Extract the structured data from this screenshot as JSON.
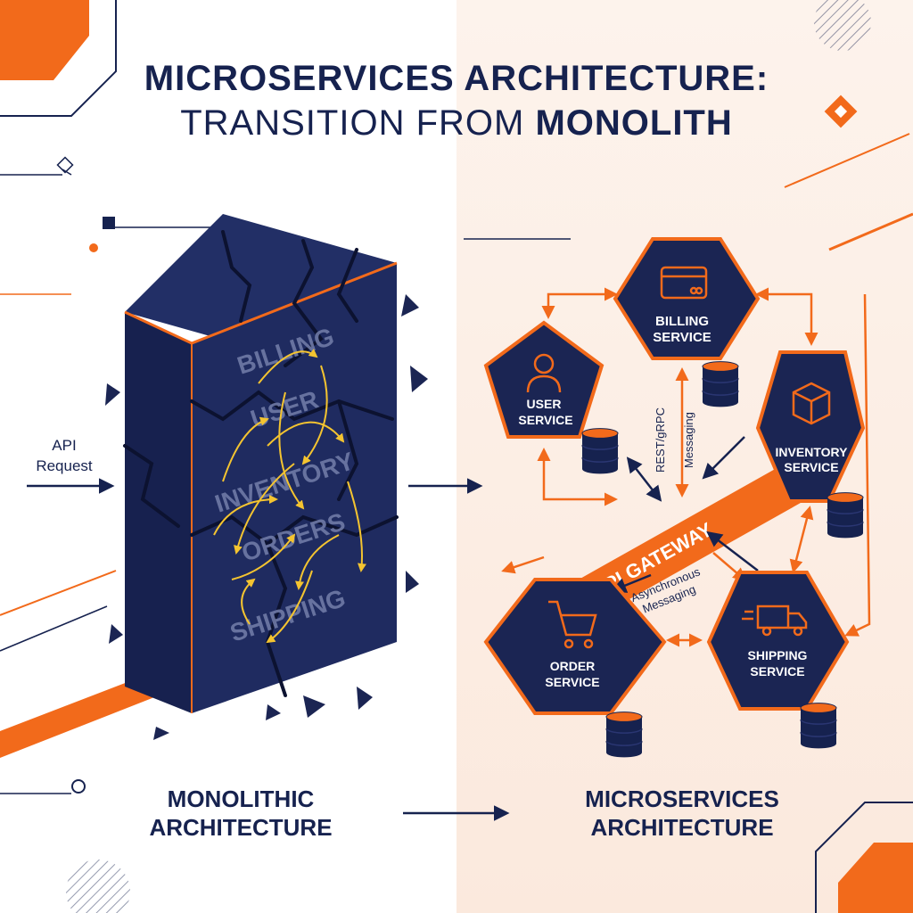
{
  "title": {
    "line1": "MICROSERVICES ARCHITECTURE:",
    "line2_prefix": "TRANSITION FROM ",
    "line2_bold": "MONOLITH"
  },
  "monolith": {
    "api_request_line1": "API",
    "api_request_line2": "Request",
    "modules": [
      "BILLING",
      "USER",
      "INVENTORY",
      "ORDERS",
      "SHIPPING"
    ],
    "caption_line1": "MONOLITHIC",
    "caption_line2": "ARCHITECTURE"
  },
  "microservices": {
    "services": {
      "billing": {
        "line1": "BILLING",
        "line2": "SERVICE"
      },
      "user": {
        "line1": "USER",
        "line2": "SERVICE"
      },
      "inventory": {
        "line1": "INVENTORY",
        "line2": "SERVICE"
      },
      "order": {
        "line1": "ORDER",
        "line2": "SERVICE"
      },
      "shipping": {
        "line1": "SHIPPING",
        "line2": "SERVICE"
      }
    },
    "gateway_label": "API GATEWAY",
    "rest_label": "REST/gRPC",
    "messaging_label": "Messaging",
    "async_line1": "Asynchronous",
    "async_line2": "Messaging",
    "caption_line1": "MICROSERVICES",
    "caption_line2": "ARCHITECTURE"
  },
  "colors": {
    "navy": "#16224f",
    "orange": "#f26a1b",
    "yellow": "#f4c430",
    "hex_fill": "#1b2553"
  }
}
